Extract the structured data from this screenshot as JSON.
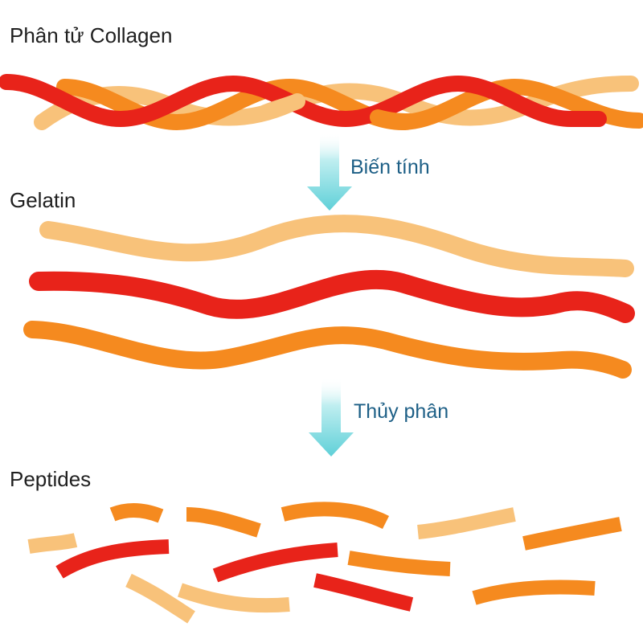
{
  "labels": {
    "collagen": "Phân tử Collagen",
    "gelatin": "Gelatin",
    "peptides": "Peptides"
  },
  "steps": {
    "denature": "Biến tính",
    "hydrolysis": "Thủy phân"
  },
  "colors": {
    "red": "#e8231a",
    "orange": "#f58a1f",
    "peach": "#f8c27a",
    "arrow": "#6fd6dc",
    "step_text": "#1d5f86"
  }
}
